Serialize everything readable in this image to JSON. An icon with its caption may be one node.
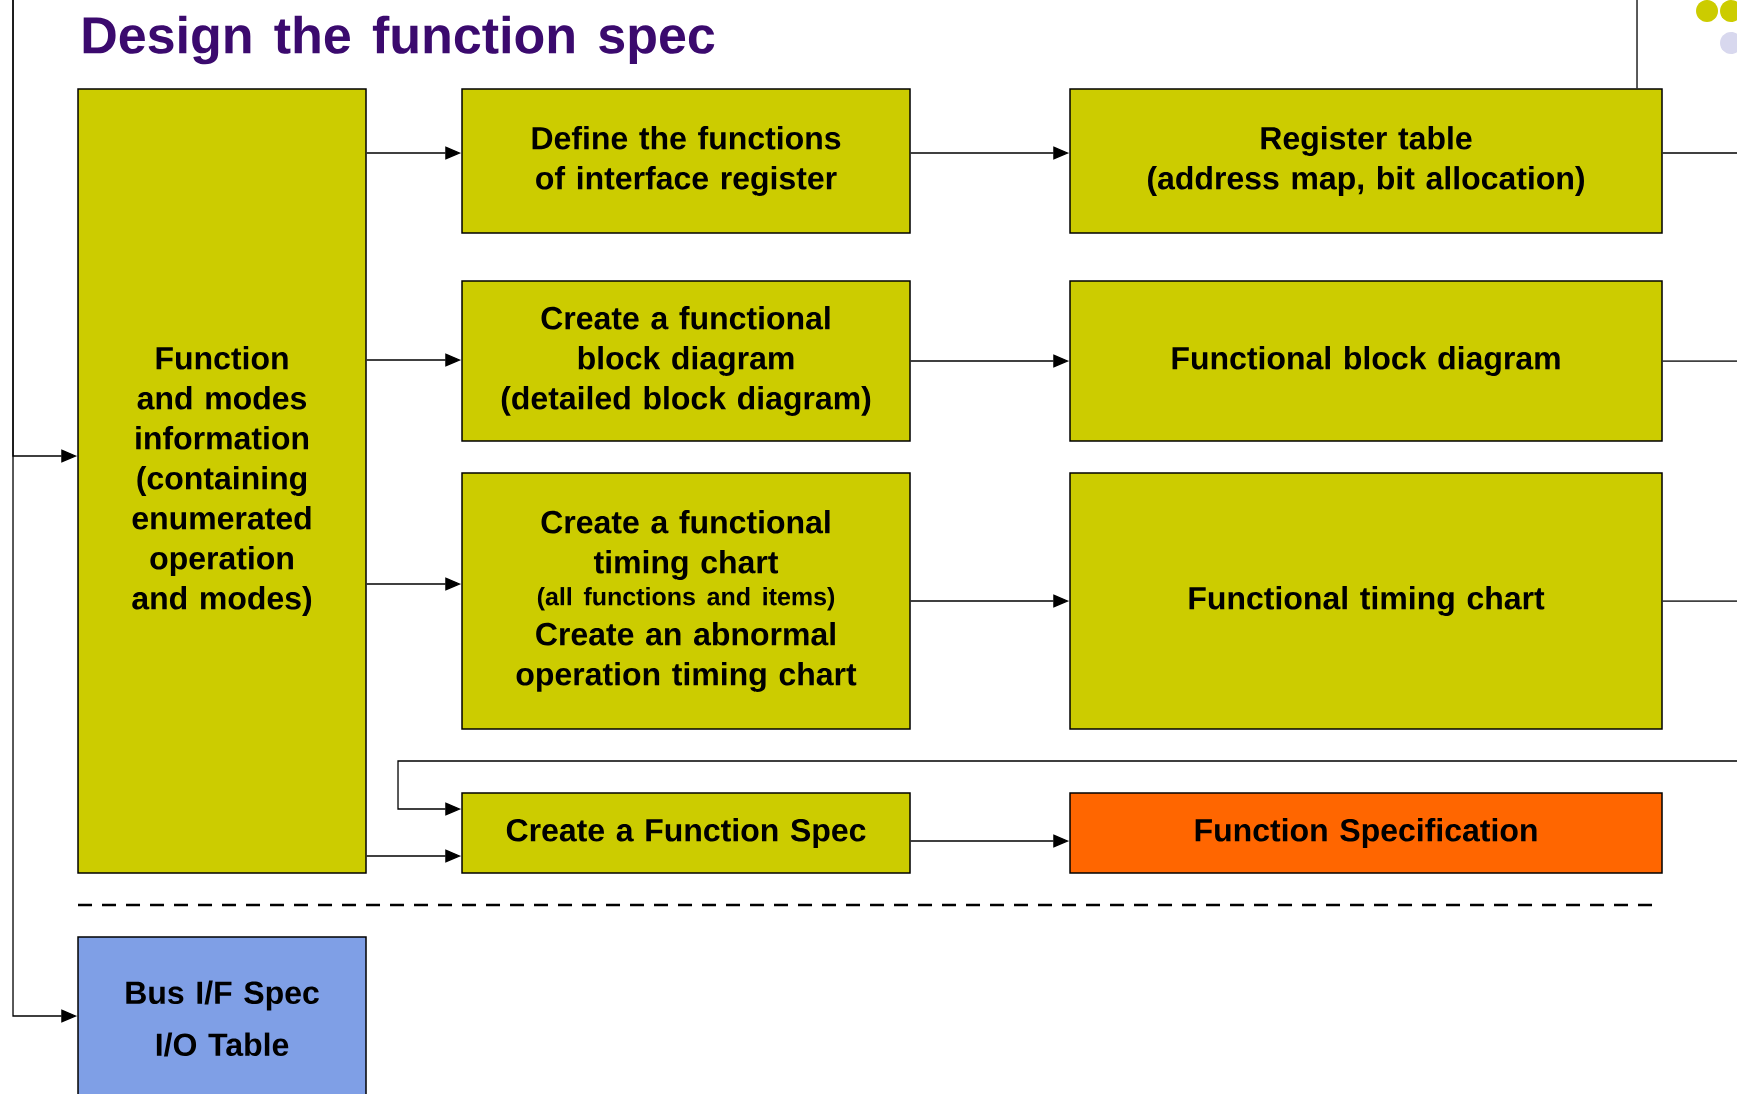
{
  "diagram": {
    "title": "Design the function spec",
    "nodes": [
      {
        "text": [
          "Function and modes information",
          "(containing enumerated operation and modes)"
        ]
      },
      {
        "text": [
          "Define the functions of interface register"
        ]
      },
      {
        "text": [
          "Register table",
          "(address map, bit allocation)"
        ]
      },
      {
        "text": [
          "Create a functional block diagram",
          "(detailed block diagram)"
        ]
      },
      {
        "text": [
          "Functional block diagram"
        ]
      },
      {
        "text": [
          "Create a functional timing chart",
          "(all functions and items)",
          "Create an abnormal operation timing chart"
        ]
      },
      {
        "text": [
          "Functional timing chart"
        ]
      },
      {
        "text": [
          "Create a Function Spec"
        ]
      },
      {
        "text": [
          "Function Specification"
        ]
      },
      {
        "text": [
          "Bus I/F Spec",
          "I/O Table"
        ]
      }
    ],
    "edges": [
      {
        "from": 0,
        "to": 1,
        "arrow": "to"
      },
      {
        "from": 0,
        "to": 3,
        "arrow": "to"
      },
      {
        "from": 0,
        "to": 5,
        "arrow": "to"
      },
      {
        "from": 0,
        "to": 7,
        "arrow": "to"
      },
      {
        "from": 1,
        "to": 2,
        "arrow": "to"
      },
      {
        "from": 3,
        "to": 4,
        "arrow": "to"
      },
      {
        "from": 5,
        "to": 6,
        "arrow": "to"
      },
      {
        "from": 7,
        "to": 8,
        "arrow": "to"
      },
      {
        "from": 2,
        "to": null,
        "arrow": "none"
      },
      {
        "from": 4,
        "to": null,
        "arrow": "none"
      },
      {
        "from": 6,
        "to": null,
        "arrow": "none"
      },
      {
        "from": null,
        "to": 7,
        "arrow": "to"
      },
      {
        "from": null,
        "to": 0,
        "arrow": "to"
      },
      {
        "from": null,
        "to": 9,
        "arrow": "to"
      },
      {
        "from": null,
        "to": 2,
        "arrow": "none"
      }
    ]
  }
}
